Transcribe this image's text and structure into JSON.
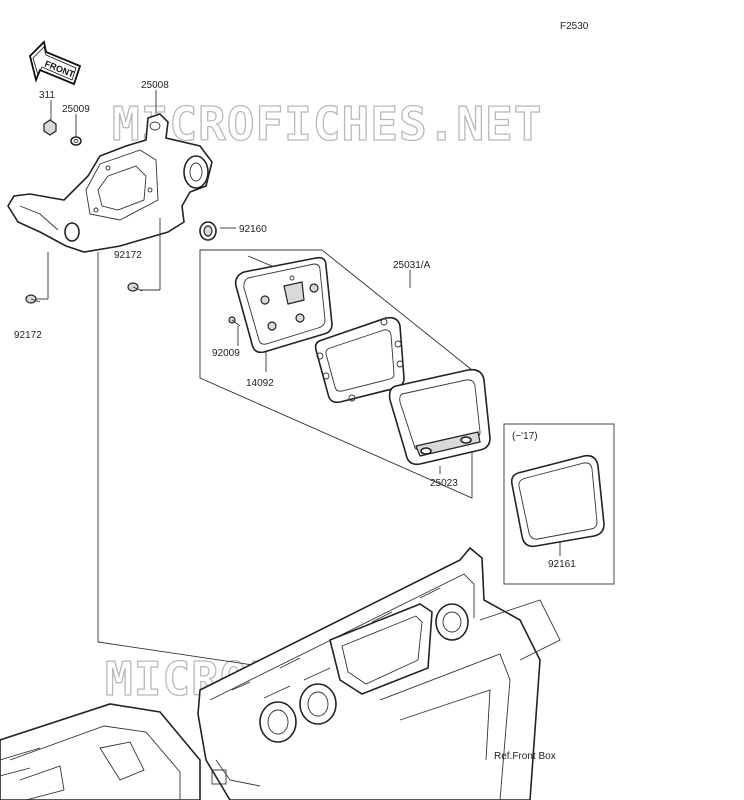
{
  "figure_code": "F2530",
  "front_label": "FRONT",
  "parts": [
    {
      "id": "p25008",
      "number": "25008"
    },
    {
      "id": "p311",
      "number": "311"
    },
    {
      "id": "p25009",
      "number": "25009"
    },
    {
      "id": "p92160",
      "number": "92160"
    },
    {
      "id": "p25031",
      "number": "25031/A"
    },
    {
      "id": "p92172a",
      "number": "92172"
    },
    {
      "id": "p92172b",
      "number": "92172"
    },
    {
      "id": "p92009",
      "number": "92009"
    },
    {
      "id": "p14092",
      "number": "14092"
    },
    {
      "id": "p25023",
      "number": "25023"
    },
    {
      "id": "p92161",
      "number": "92161"
    }
  ],
  "inset": {
    "note": "(~'17)"
  },
  "reference": {
    "label": "Ref.Front Box"
  },
  "watermarks": [
    "MICROFICHES.NET",
    "MICROFICHES.NET"
  ],
  "colors": {
    "line": "#222222",
    "watermark": "#b9b9b9",
    "background": "#ffffff"
  }
}
